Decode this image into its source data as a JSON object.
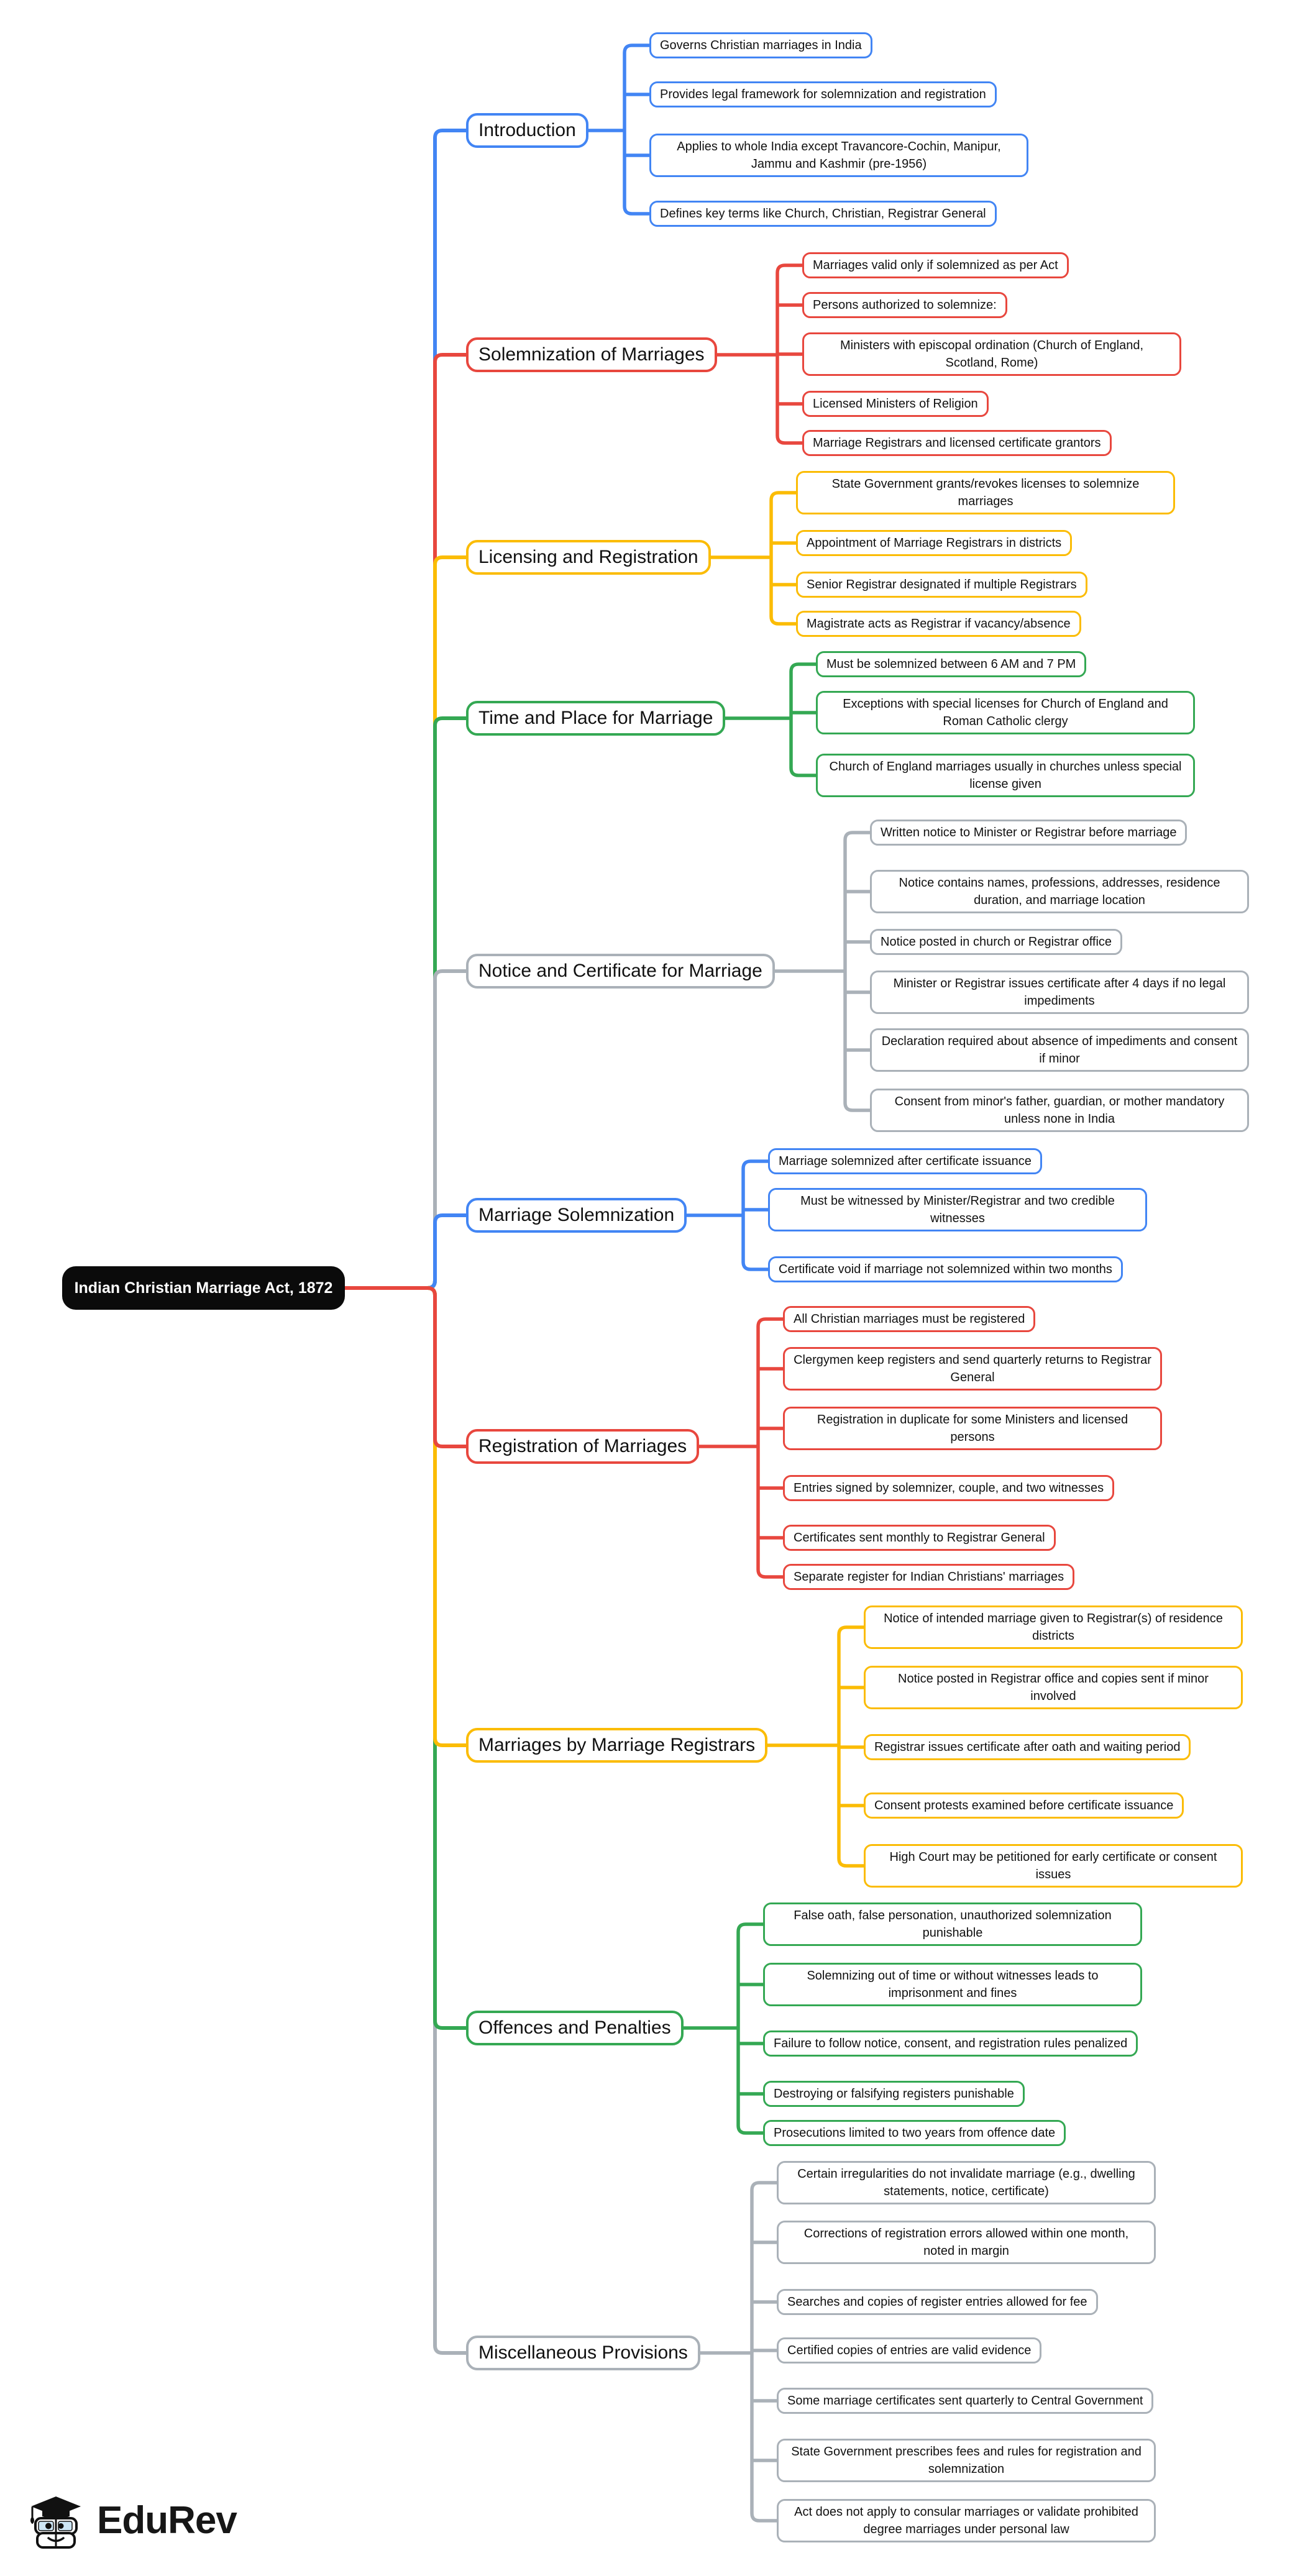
{
  "root": {
    "label": "Indian Christian Marriage Act, 1872",
    "bg_color": "#0b0b0b",
    "text_color": "#ffffff"
  },
  "branches": [
    {
      "label": "Introduction",
      "color": "#4285F4",
      "leaves": [
        "Governs Christian marriages in India",
        "Provides legal framework for solemnization and registration",
        "Applies to whole India except Travancore-Cochin, Manipur, Jammu and Kashmir (pre-1956)",
        "Defines key terms like Church, Christian, Registrar General"
      ]
    },
    {
      "label": "Solemnization of Marriages",
      "color": "#E8473E",
      "leaves": [
        "Marriages valid only if solemnized as per Act",
        "Persons authorized to solemnize:",
        "Ministers with episcopal ordination (Church of England, Scotland, Rome)",
        "Licensed Ministers of Religion",
        "Marriage Registrars and licensed certificate grantors"
      ]
    },
    {
      "label": "Licensing and Registration",
      "color": "#FBBC05",
      "leaves": [
        "State Government grants/revokes licenses to solemnize marriages",
        "Appointment of Marriage Registrars in districts",
        "Senior Registrar designated if multiple Registrars",
        "Magistrate acts as Registrar if vacancy/absence"
      ]
    },
    {
      "label": "Time and Place for Marriage",
      "color": "#34A853",
      "leaves": [
        "Must be solemnized between 6 AM and 7 PM",
        "Exceptions with special licenses for Church of England and Roman Catholic clergy",
        "Church of England marriages usually in churches unless special license given"
      ]
    },
    {
      "label": "Notice and Certificate for Marriage",
      "color": "#AAB1B8",
      "leaves": [
        "Written notice to Minister or Registrar before marriage",
        "Notice contains names, professions, addresses, residence duration, and marriage location",
        "Notice posted in church or Registrar office",
        "Minister or Registrar issues certificate after 4 days if no legal impediments",
        "Declaration required about absence of impediments and consent if minor",
        "Consent from minor's father, guardian, or mother mandatory unless none in India"
      ]
    },
    {
      "label": "Marriage Solemnization",
      "color": "#4285F4",
      "leaves": [
        "Marriage solemnized after certificate issuance",
        "Must be witnessed by Minister/Registrar and two credible witnesses",
        "Certificate void if marriage not solemnized within two months"
      ]
    },
    {
      "label": "Registration of Marriages",
      "color": "#E8473E",
      "leaves": [
        "All Christian marriages must be registered",
        "Clergymen keep registers and send quarterly returns to Registrar General",
        "Registration in duplicate for some Ministers and licensed persons",
        "Entries signed by solemnizer, couple, and two witnesses",
        "Certificates sent monthly to Registrar General",
        "Separate register for Indian Christians' marriages"
      ]
    },
    {
      "label": "Marriages by Marriage Registrars",
      "color": "#FBBC05",
      "leaves": [
        "Notice of intended marriage given to Registrar(s) of residence districts",
        "Notice posted in Registrar office and copies sent if minor involved",
        "Registrar issues certificate after oath and waiting period",
        "Consent protests examined before certificate issuance",
        "High Court may be petitioned for early certificate or consent issues"
      ]
    },
    {
      "label": "Offences and Penalties",
      "color": "#34A853",
      "leaves": [
        "False oath, false personation, unauthorized solemnization punishable",
        "Solemnizing out of time or without witnesses leads to imprisonment and fines",
        "Failure to follow notice, consent, and registration rules penalized",
        "Destroying or falsifying registers punishable",
        "Prosecutions limited to two years from offence date"
      ]
    },
    {
      "label": "Miscellaneous Provisions",
      "color": "#AAB1B8",
      "leaves": [
        "Certain irregularities do not invalidate marriage (e.g., dwelling statements, notice, certificate)",
        "Corrections of registration errors allowed within one month, noted in margin",
        "Searches and copies of register entries allowed for fee",
        "Certified copies of entries are valid evidence",
        "Some marriage certificates sent quarterly to Central Government",
        "State Government prescribes fees and rules for registration and solemnization",
        "Act does not apply to consular marriages or validate prohibited degree marriages under personal law"
      ]
    }
  ],
  "logo": {
    "text": "EduRev",
    "icon": "edurev-graduation-cap-books-icon"
  }
}
